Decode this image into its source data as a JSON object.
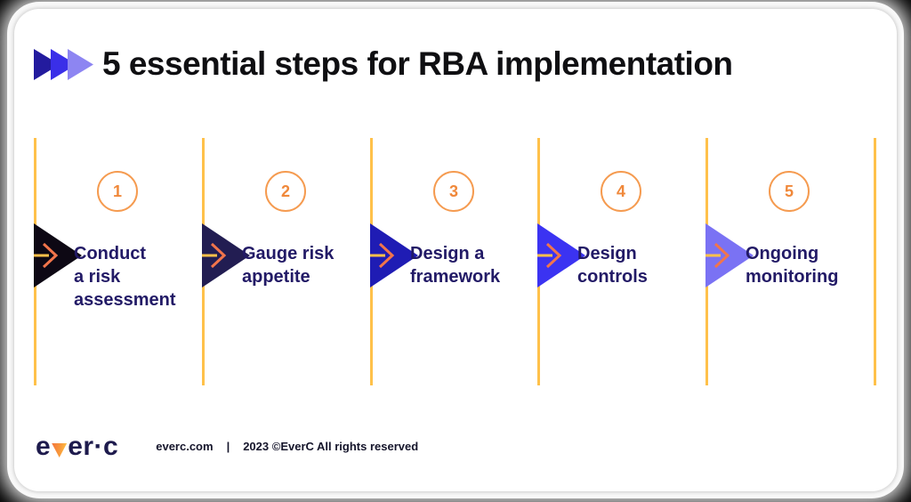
{
  "header": {
    "title": "5 essential steps for RBA implementation",
    "chevron_colors": [
      "#231B9E",
      "#3A2FE8",
      "#8D85F2"
    ]
  },
  "steps": [
    {
      "number": "1",
      "label": "Conduct\na risk\nassessment",
      "triangle_color": "#0D0814"
    },
    {
      "number": "2",
      "label": "Gauge risk\nappetite",
      "triangle_color": "#221D52"
    },
    {
      "number": "3",
      "label": "Design a\nframework",
      "triangle_color": "#1F1CB4"
    },
    {
      "number": "4",
      "label": "Design\ncontrols",
      "triangle_color": "#3B33F2"
    },
    {
      "number": "5",
      "label": "Ongoing\nmonitoring",
      "triangle_color": "#7A72F4"
    }
  ],
  "footer": {
    "logo_left": "e",
    "logo_right": "er·c",
    "website": "everc.com",
    "separator": "|",
    "copyright": "2023 ©EverC All rights reserved"
  },
  "colors": {
    "rail": "#FFC14A",
    "circle_border": "#F59B50",
    "circle_number": "#F0883A",
    "step_label": "#221A66",
    "arrow_shaft": "#FFC14A",
    "arrow_head": "#F2754B",
    "title": "#0F0F12",
    "logo_navy": "#1E1B4D",
    "background_corners": "#000000",
    "card": "#FFFFFF"
  }
}
